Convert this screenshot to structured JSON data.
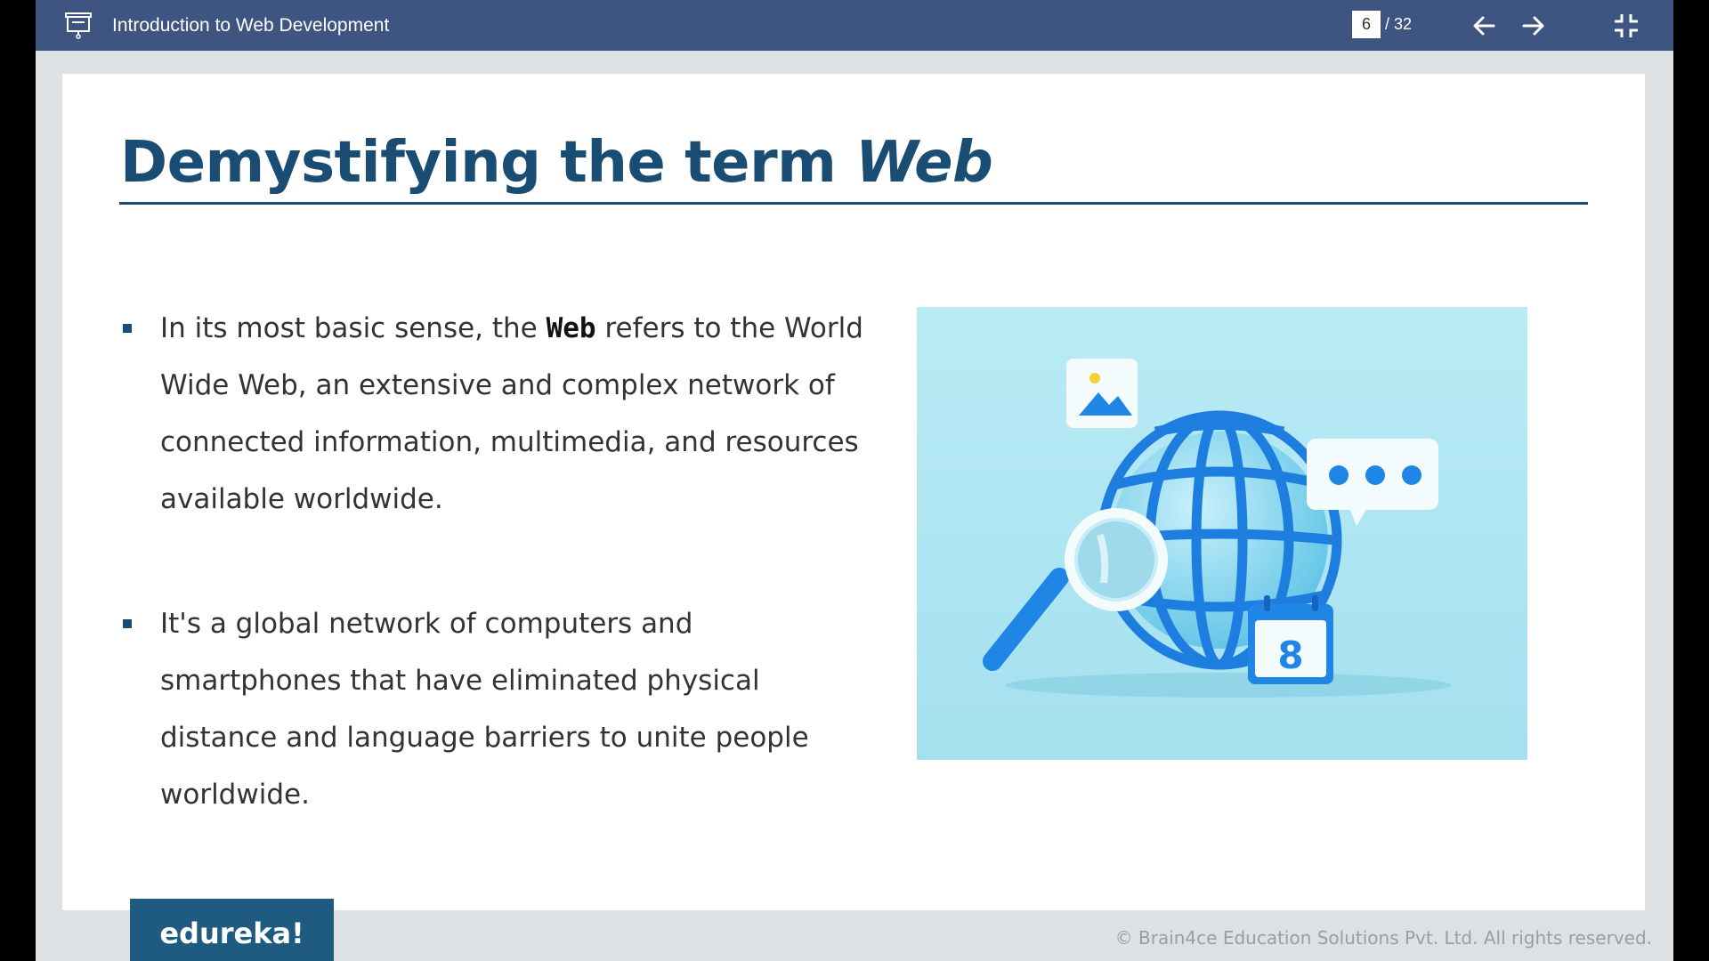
{
  "topbar": {
    "icon": "presentation-icon",
    "title": "Introduction to Web Development",
    "current_page": "6",
    "total_pages": "/ 32",
    "prev_icon": "arrow-left-icon",
    "next_icon": "arrow-right-icon",
    "exit_fullscreen_icon": "exit-fullscreen-icon",
    "bar_color": "#3d5580"
  },
  "slide": {
    "title_main": "Demystifying the term ",
    "title_emphasis": "Web",
    "title_color": "#1a4d73",
    "bullets": [
      {
        "before": "In its most basic sense, the ",
        "bold": "Web",
        "after": " refers to the World Wide Web, an extensive and complex network of connected information, multimedia, and resources available worldwide."
      },
      {
        "text": "It's a global network of computers and smartphones that have eliminated physical distance and language barriers to unite people worldwide."
      }
    ],
    "illustration": {
      "description_icon": "globe-search-illustration",
      "calendar_number": "8"
    }
  },
  "footer": {
    "brand": "edureka!",
    "copyright": "© Brain4ce Education Solutions Pvt. Ltd. All rights reserved.",
    "brand_color": "#1f5a80"
  }
}
